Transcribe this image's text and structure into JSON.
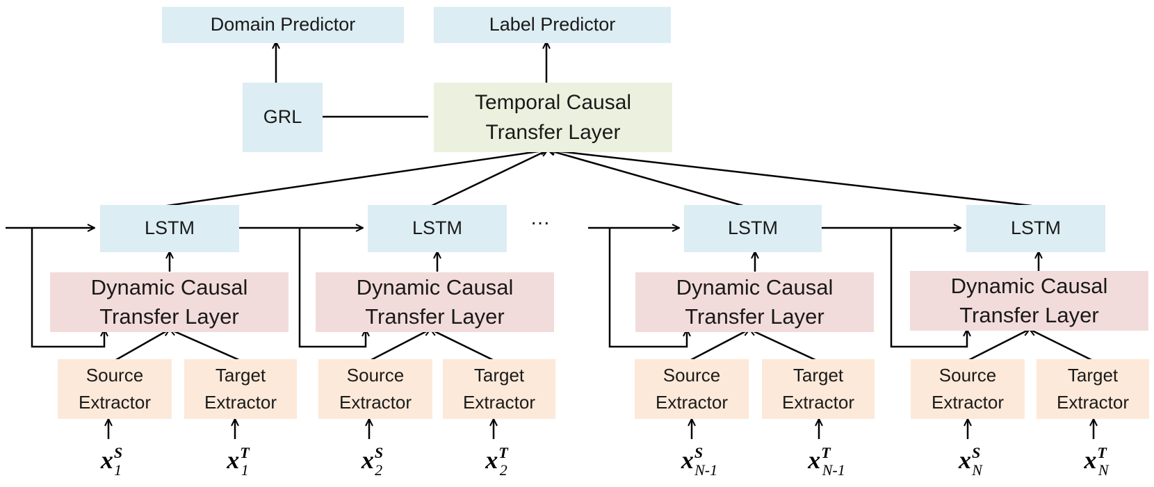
{
  "top": {
    "domain_predictor": "Domain Predictor",
    "label_predictor": "Label Predictor",
    "grl": "GRL",
    "temporal_layer": "Temporal Causal\nTransfer Layer"
  },
  "lstm_label": "LSTM",
  "ellipsis": "···",
  "steps": [
    {
      "dynamic_layer": "Dynamic Causal\nTransfer Layer",
      "source": "Source\nExtractor",
      "target": "Target\nExtractor",
      "source_var": {
        "symbol": "x",
        "sup": "S",
        "sub": "1"
      },
      "target_var": {
        "symbol": "x",
        "sup": "T",
        "sub": "1"
      }
    },
    {
      "dynamic_layer": "Dynamic Causal\nTransfer Layer",
      "source": "Source\nExtractor",
      "target": "Target\nExtractor",
      "source_var": {
        "symbol": "x",
        "sup": "S",
        "sub": "2"
      },
      "target_var": {
        "symbol": "x",
        "sup": "T",
        "sub": "2"
      }
    },
    {
      "dynamic_layer": "Dynamic Causal\nTransfer Layer",
      "source": "Source\nExtractor",
      "target": "Target\nExtractor",
      "source_var": {
        "symbol": "x",
        "sup": "S",
        "sub": "N-1"
      },
      "target_var": {
        "symbol": "x",
        "sup": "T",
        "sub": "N-1"
      }
    },
    {
      "dynamic_layer": "Dynamic Causal\nTransfer Layer",
      "source": "Source\nExtractor",
      "target": "Target\nExtractor",
      "source_var": {
        "symbol": "x",
        "sup": "S",
        "sub": "N"
      },
      "target_var": {
        "symbol": "x",
        "sup": "T",
        "sub": "N"
      }
    }
  ]
}
